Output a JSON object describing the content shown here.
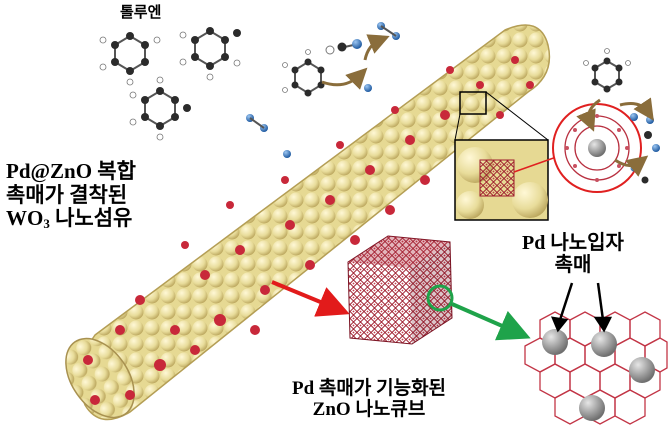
{
  "labels": {
    "toluene": "톨루엔",
    "fiber_line1": "Pd@ZnO 복합",
    "fiber_line2": "촉매가 결착된",
    "fiber_line3_prefix": "WO",
    "fiber_line3_sub": "3",
    "fiber_line3_suffix": " 나노섬유",
    "pd_line1": "Pd 나노입자",
    "pd_line2": "촉매",
    "cube_line1": "Pd 촉매가 기능화된",
    "cube_line2": "ZnO 나노큐브"
  },
  "colors": {
    "fiber_body": "#e8dc9a",
    "fiber_shade": "#c9b66a",
    "pd_spot": "#c8283a",
    "arrow_red": "#e21b1b",
    "arrow_green": "#1fa34a",
    "highlight_circle": "#e02020",
    "carbon": "#2b2b2b",
    "hydrogen": "#ffffff",
    "nitrogen": "#3a7cc9",
    "cube_red": "#9e1b2c",
    "pd_particle": "#9a9a9a"
  }
}
